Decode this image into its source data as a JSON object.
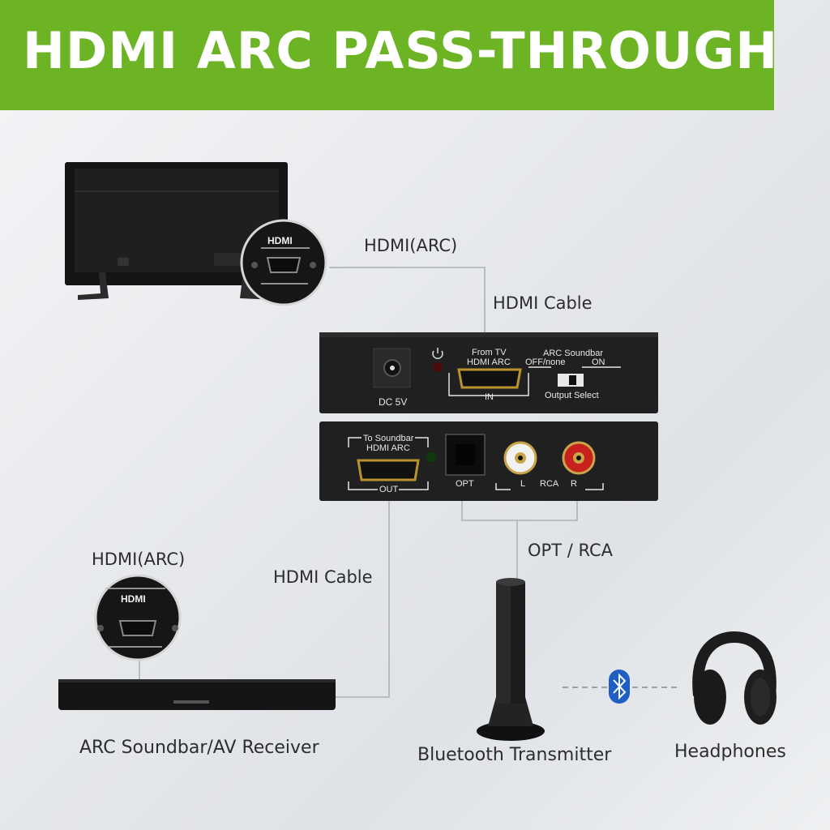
{
  "header": {
    "title": "HDMI ARC PASS-THROUGH"
  },
  "labels": {
    "tv_hdmi_arc": "HDMI(ARC)",
    "tv_cable": "HDMI Cable",
    "soundbar_hdmi_arc": "HDMI(ARC)",
    "soundbar_cable": "HDMI Cable",
    "opt_rca": "OPT / RCA"
  },
  "zoom": {
    "tv_port": "HDMI",
    "soundbar_port": "HDMI"
  },
  "front_panel": {
    "dc": "DC 5V",
    "from_tv_line1": "From TV",
    "from_tv_line2": "HDMI ARC",
    "in": "IN",
    "arc_soundbar": "ARC Soundbar",
    "off_none": "OFF/none",
    "on": "ON",
    "output_select": "Output Select"
  },
  "back_panel": {
    "to_soundbar_line1": "To Soundbar",
    "to_soundbar_line2": "HDMI ARC",
    "out": "OUT",
    "opt": "OPT",
    "l": "L",
    "rca": "RCA",
    "r": "R"
  },
  "captions": {
    "soundbar": "ARC Soundbar/AV Receiver",
    "transmitter": "Bluetooth Transmitter",
    "headphones": "Headphones"
  },
  "colors": {
    "banner": "#6db424",
    "bluetooth": "#1f5fc4",
    "rca_red": "#c8201c",
    "rca_white": "#f2f2f2"
  }
}
